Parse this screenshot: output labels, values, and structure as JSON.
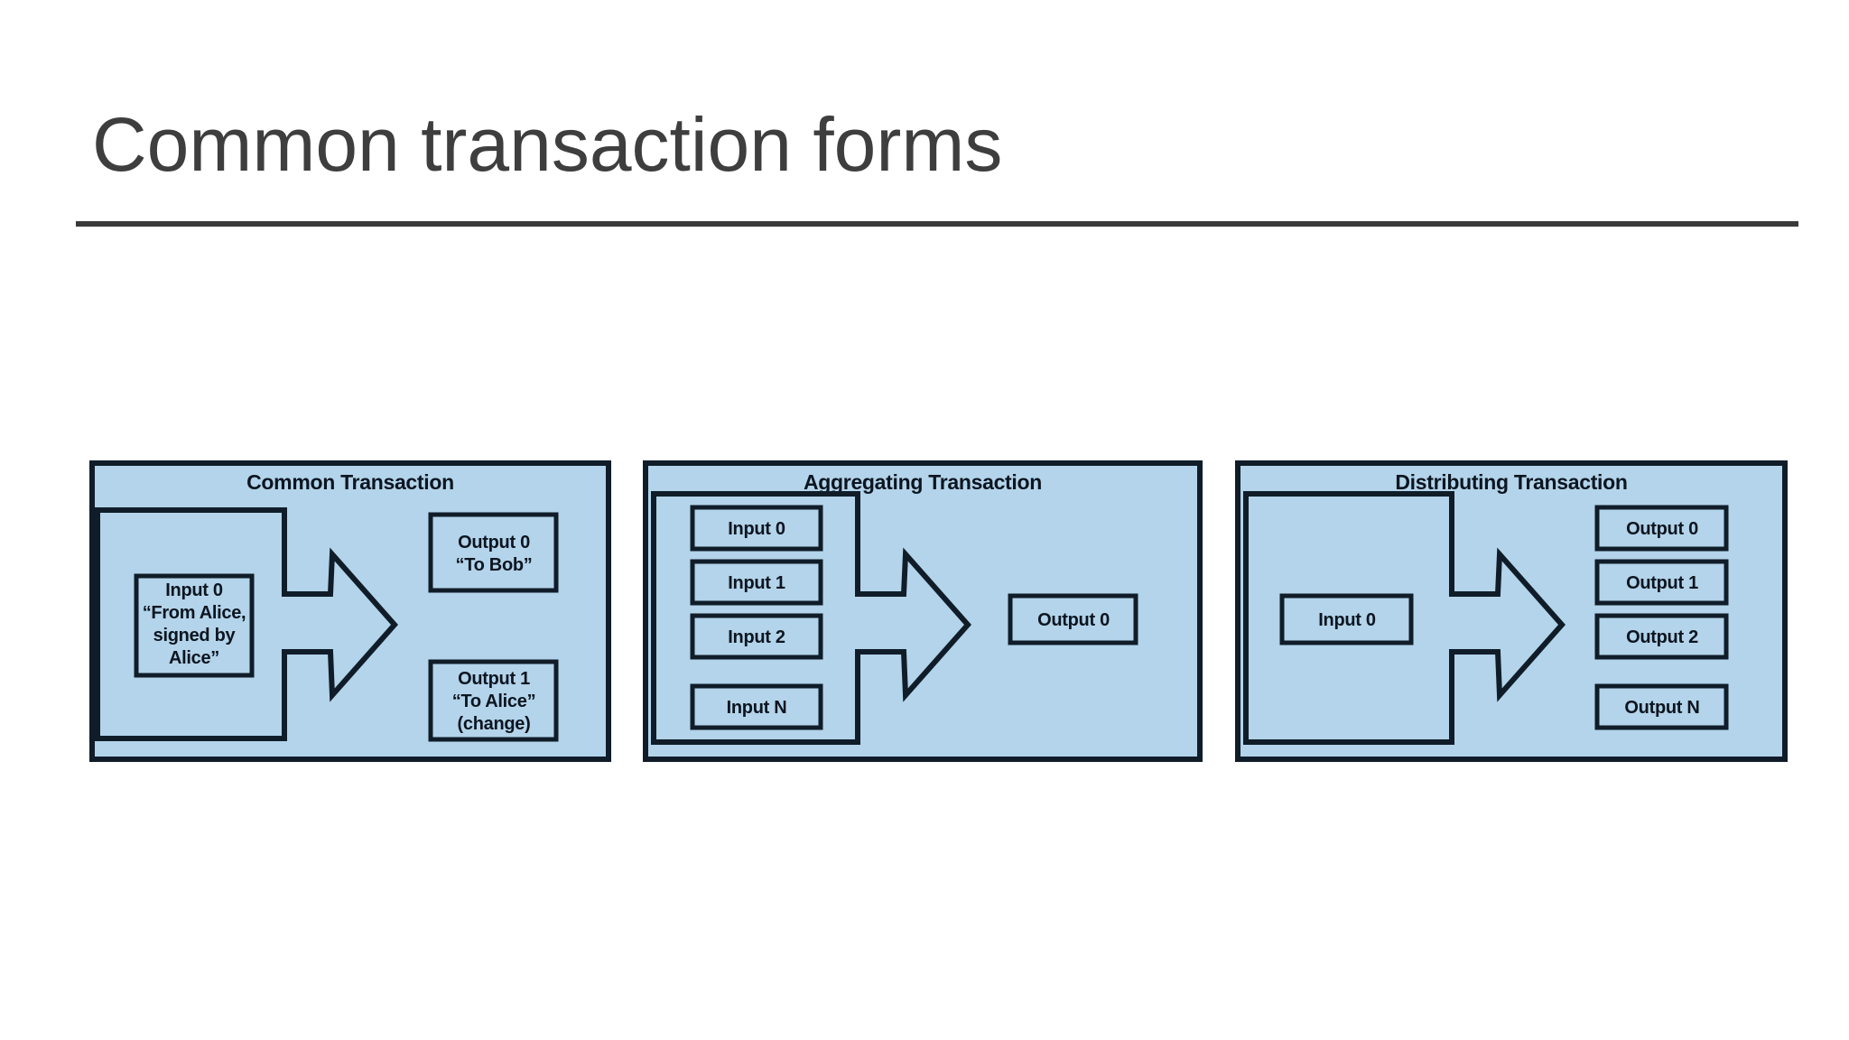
{
  "slide": {
    "title": "Common transaction forms"
  },
  "colors": {
    "background": "#ffffff",
    "title_text": "#3e3e3e",
    "divider": "#3a3a3a",
    "panel_fill": "#b3d4ea",
    "diagram_line": "#101d29",
    "diagram_text": "#0c1520"
  },
  "panels": [
    {
      "title": "Common Transaction",
      "input": {
        "lines": [
          "Input 0",
          "“From Alice,",
          "signed by",
          "Alice”"
        ]
      },
      "outputs": [
        {
          "lines": [
            "Output 0",
            "“To Bob”"
          ]
        },
        {
          "lines": [
            "Output 1",
            "“To Alice”",
            "(change)"
          ]
        }
      ]
    },
    {
      "title": "Aggregating Transaction",
      "inputs": [
        "Input 0",
        "Input 1",
        "Input 2",
        "Input N"
      ],
      "output": "Output 0"
    },
    {
      "title": "Distributing Transaction",
      "input": "Input 0",
      "outputs": [
        "Output 0",
        "Output 1",
        "Output 2",
        "Output N"
      ]
    }
  ]
}
